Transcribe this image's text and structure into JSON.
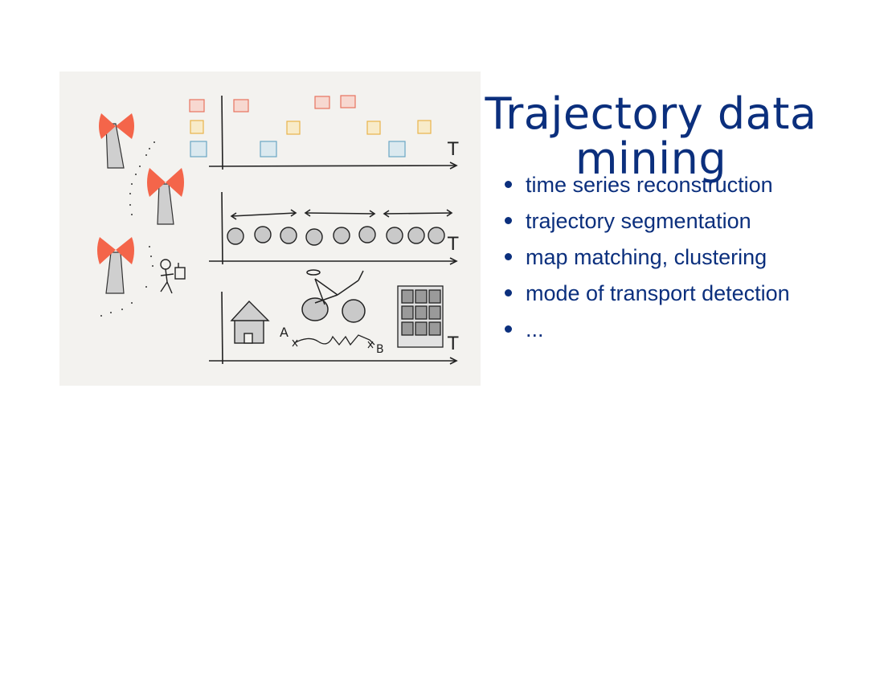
{
  "slide": {
    "title": "Trajectory data mining",
    "bullets": [
      "time series reconstruction",
      "trajectory segmentation",
      "map matching, clustering",
      "mode of transport detection",
      "..."
    ]
  },
  "illustration": {
    "annotations": {
      "point_a": "A",
      "point_b": "B",
      "time_axis": "T"
    }
  },
  "colors": {
    "title_blue": "#0b2f7d",
    "antenna_red": "#f4654a",
    "square_red": "#e8735f",
    "square_yellow": "#e9b44a",
    "square_blue": "#6aa7c4",
    "panel_bg": "#f3f2ef"
  }
}
